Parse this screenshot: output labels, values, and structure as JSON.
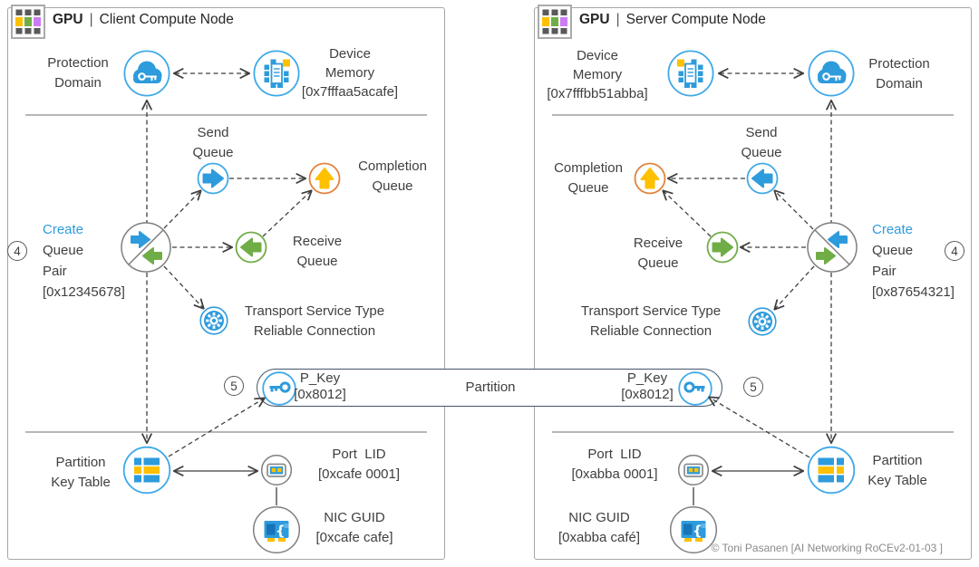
{
  "colors": {
    "azure_blue": "#2E9BDC",
    "circle_blue_stroke": "#3FA9E8",
    "green": "#70AD47",
    "orange_stroke": "#E2823C",
    "amber": "#FFC000",
    "purple": "#CB7CF5",
    "gray_stroke": "#7F7F7F",
    "pill_border": "#44546A",
    "text": "#3F3F3F"
  },
  "left": {
    "header": {
      "product": "GPU",
      "separator": "|",
      "name": "Client Compute Node"
    },
    "protection_domain": {
      "l1": "Protection",
      "l2": "Domain"
    },
    "device_memory": {
      "l1": "Device",
      "l2": "Memory",
      "l3": "[0x7fffaa5acafe]"
    },
    "send_queue": {
      "l1": "Send",
      "l2": "Queue"
    },
    "completion_queue": {
      "l1": "Completion",
      "l2": "Queue"
    },
    "receive_queue": {
      "l1": "Receive",
      "l2": "Queue"
    },
    "create_queue_pair": {
      "step": "4",
      "l1": "Create",
      "l2": "Queue",
      "l3": "Pair",
      "l4": "[0x12345678]"
    },
    "transport": {
      "l1": "Transport Service Type",
      "l2": "Reliable Connection"
    },
    "partition_key_table": {
      "l1": "Partition",
      "l2": "Key Table"
    },
    "port_lid": {
      "l1": "Port  LID",
      "l2": "[0xcafe 0001]"
    },
    "nic_guid": {
      "l1": "NIC GUID",
      "l2": "[0xcafe cafe]"
    }
  },
  "right": {
    "header": {
      "product": "GPU",
      "separator": "|",
      "name": "Server Compute Node"
    },
    "protection_domain": {
      "l1": "Protection",
      "l2": "Domain"
    },
    "device_memory": {
      "l1": "Device",
      "l2": "Memory",
      "l3": "[0x7fffbb51abba]"
    },
    "send_queue": {
      "l1": "Send",
      "l2": "Queue"
    },
    "completion_queue": {
      "l1": "Completion",
      "l2": "Queue"
    },
    "receive_queue": {
      "l1": "Receive",
      "l2": "Queue"
    },
    "create_queue_pair": {
      "step": "4",
      "l1": "Create",
      "l2": "Queue",
      "l3": "Pair",
      "l4": "[0x87654321]"
    },
    "transport": {
      "l1": "Transport Service Type",
      "l2": "Reliable Connection"
    },
    "partition_key_table": {
      "l1": "Partition",
      "l2": "Key Table"
    },
    "port_lid": {
      "l1": "Port  LID",
      "l2": "[0xabba 0001]"
    },
    "nic_guid": {
      "l1": "NIC GUID",
      "l2": "[0xabba café]"
    }
  },
  "partition": {
    "step_left": "5",
    "step_right": "5",
    "label": "Partition",
    "pkey_left": {
      "l1": "P_Key",
      "l2": "[0x8012]"
    },
    "pkey_right": {
      "l1": "P_Key",
      "l2": "[0x8012]"
    }
  },
  "footer": {
    "credit": "© Toni Pasanen [AI Networking RoCEv2-01-03 ]"
  },
  "icons": [
    "gpu-chip-icon",
    "cloud-key-icon",
    "device-memory-icon",
    "send-queue-arrow-icon",
    "completion-queue-arrow-icon",
    "receive-queue-arrow-icon",
    "queue-pair-icon",
    "gear-icon",
    "key-icon",
    "partition-key-table-icon",
    "port-lid-icon",
    "nic-card-icon"
  ]
}
